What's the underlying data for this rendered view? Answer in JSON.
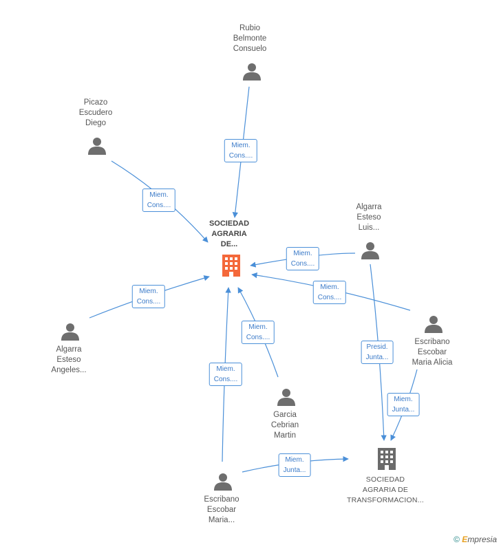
{
  "nodes": {
    "center": {
      "label_lines": [
        "SOCIEDAD",
        "AGRARIA",
        "DE..."
      ],
      "color": "#f4683a"
    },
    "rubio": {
      "label_lines": [
        "Rubio",
        "Belmonte",
        "Consuelo"
      ]
    },
    "picazo": {
      "label_lines": [
        "Picazo",
        "Escudero",
        "Diego"
      ]
    },
    "algarra_luis": {
      "label_lines": [
        "Algarra",
        "Esteso",
        "Luis..."
      ]
    },
    "algarra_angeles": {
      "label_lines": [
        "Algarra",
        "Esteso",
        "Angeles..."
      ]
    },
    "escribano_alicia": {
      "label_lines": [
        "Escribano",
        "Escobar",
        "Maria Alicia"
      ]
    },
    "garcia": {
      "label_lines": [
        "Garcia",
        "Cebrian",
        "Martin"
      ]
    },
    "escribano_maria": {
      "label_lines": [
        "Escribano",
        "Escobar",
        "Maria..."
      ]
    },
    "sat": {
      "label_lines": [
        "SOCIEDAD",
        "AGRARIA DE",
        "TRANSFORMACION..."
      ],
      "color": "#6b6b6b"
    }
  },
  "edges": [
    {
      "from": "rubio",
      "to": "center",
      "label": [
        "Miem.",
        "Cons...."
      ]
    },
    {
      "from": "picazo",
      "to": "center",
      "label": [
        "Miem.",
        "Cons...."
      ]
    },
    {
      "from": "algarra_luis",
      "to": "center",
      "label": [
        "Miem.",
        "Cons...."
      ]
    },
    {
      "from": "escribano_alicia",
      "to": "center",
      "label": [
        "Miem.",
        "Cons...."
      ]
    },
    {
      "from": "algarra_angeles",
      "to": "center",
      "label": [
        "Miem.",
        "Cons...."
      ]
    },
    {
      "from": "garcia",
      "to": "center",
      "label": [
        "Miem.",
        "Cons...."
      ]
    },
    {
      "from": "escribano_maria",
      "to": "center",
      "label": [
        "Miem.",
        "Cons...."
      ]
    },
    {
      "from": "algarra_luis",
      "to": "sat",
      "label": [
        "Presid.",
        "Junta..."
      ]
    },
    {
      "from": "escribano_alicia",
      "to": "sat",
      "label": [
        "Miem.",
        "Junta..."
      ]
    },
    {
      "from": "escribano_maria",
      "to": "sat",
      "label": [
        "Miem.",
        "Junta..."
      ]
    }
  ],
  "colors": {
    "edge": "#4a8fd8",
    "person": "#6e6e6e"
  },
  "watermark": {
    "copyright": "©",
    "brand_initial": "E",
    "brand_rest": "mpresia"
  }
}
